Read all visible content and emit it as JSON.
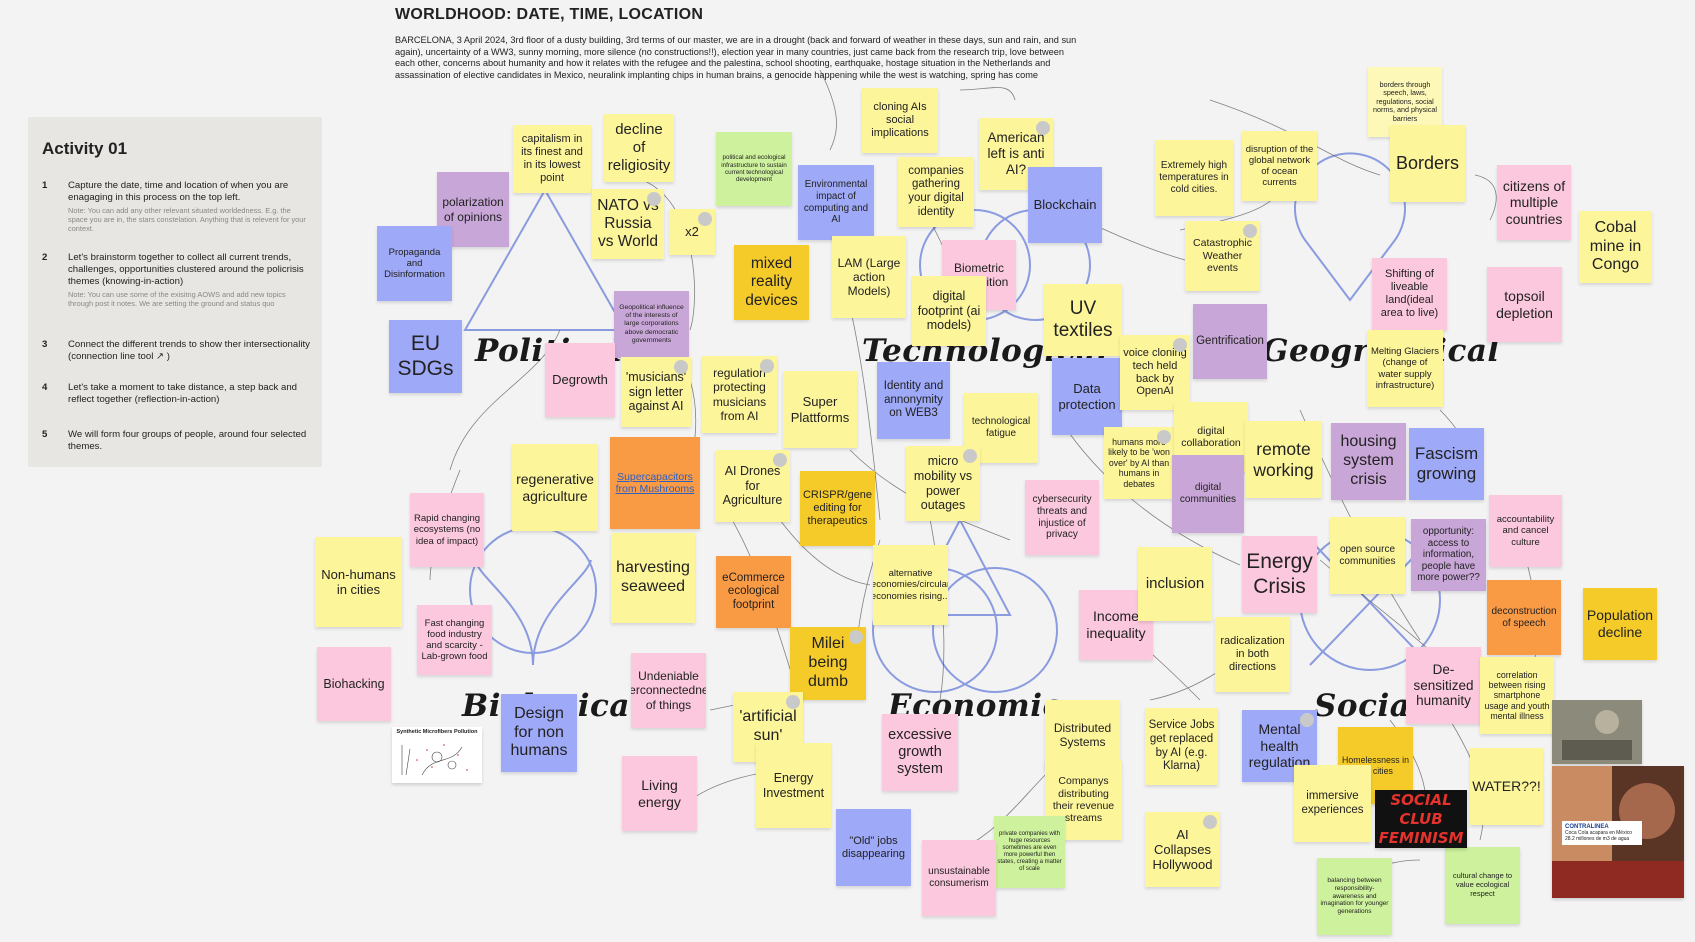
{
  "header": {
    "title": "WORLDHOOD: DATE, TIME, LOCATION",
    "context": "BARCELONA, 3 April 2024, 3rd floor of a dusty building, 3rd terms of our master, we are in a drought (back and forward of weather in these days, sun and rain, and sun again), uncertainty of a WW3, sunny morning, more silence (no constructions!!), election year in many countries, just came back from the research trip, love between each other, concerns about humanity and how it relates with the refugee and the palestina, school shooting, earthquake, hostage situation in the Netherlands and assassination of elective candidates in Mexico, neuralink implanting chips in human brains, a genocide happening while the west is watching, spring has come"
  },
  "activity": {
    "title": "Activity 01",
    "steps": [
      {
        "n": "1",
        "text": "Capture the date, time and location of when you are enagaging in this process on the top left.",
        "note": "Note: You can add any other relevant situated worldedness. E.g. the space you are in, the stars constelation. Anything that is relevent for your context."
      },
      {
        "n": "2",
        "text": "Let's brainstorm together to collect all current trends, challenges, opportunities clustered around the policrisis themes (knowing-in-action)",
        "note": "Note: You can use some of the exisitng AOWS and add new topics through post it notes. We are setting the ground and status quo"
      },
      {
        "n": "3",
        "text": "Connect the different trends to show ther intersectionality (connection line tool ↗ )",
        "note": ""
      },
      {
        "n": "4",
        "text": "Let's take a moment to take distance, a step back and reflect together (reflection-in-action)",
        "note": ""
      },
      {
        "n": "5",
        "text": "We will form four groups of people, around four selected themes.",
        "note": ""
      }
    ]
  },
  "themes": {
    "political": "Political",
    "technological": "Technological",
    "geographical": "Geographical",
    "biological": "Biological",
    "economic": "Economic",
    "social": "Social"
  },
  "notes": [
    {
      "text": "capitalism in its finest and in its lowest point",
      "color": "yellow"
    },
    {
      "text": "decline of religiosity",
      "color": "yellow"
    },
    {
      "text": "polarization of opinions",
      "color": "purple"
    },
    {
      "text": "Propaganda and Disinformation",
      "color": "blue"
    },
    {
      "text": "NATO vs Russia vs World",
      "color": "yellow"
    },
    {
      "text": "x2",
      "color": "yellow"
    },
    {
      "text": "political and ecological infrastructure to sustain current technological development",
      "color": "green"
    },
    {
      "text": "mixed reality devices",
      "color": "gold"
    },
    {
      "text": "Environmental impact of computing and AI",
      "color": "blue"
    },
    {
      "text": "cloning AIs social implications",
      "color": "yellow"
    },
    {
      "text": "companies gathering your digital identity",
      "color": "yellow"
    },
    {
      "text": "American left is anti AI?",
      "color": "yellow"
    },
    {
      "text": "Blockchain",
      "color": "blue"
    },
    {
      "text": "LAM (Large action Models)",
      "color": "yellow"
    },
    {
      "text": "Biometric recognition",
      "color": "pink"
    },
    {
      "text": "digital footprint (ai models)",
      "color": "yellow"
    },
    {
      "text": "UV textiles",
      "color": "yellow"
    },
    {
      "text": "Geopolitical influence of the interests of large corporations above democratic governments",
      "color": "purple"
    },
    {
      "text": "EU SDGs",
      "color": "blue"
    },
    {
      "text": "Degrowth",
      "color": "pink"
    },
    {
      "text": "'musicians' sign letter against AI",
      "color": "yellow"
    },
    {
      "text": "regulation protecting musicians from AI",
      "color": "yellow"
    },
    {
      "text": "Super Plattforms",
      "color": "yellow"
    },
    {
      "text": "Identity and annonymity on WEB3",
      "color": "blue"
    },
    {
      "text": "technological fatigue",
      "color": "yellow"
    },
    {
      "text": "Data protection",
      "color": "blue"
    },
    {
      "text": "voice cloning tech held back by OpenAI",
      "color": "yellow"
    },
    {
      "text": "Extremely high temperatures in cold cities.",
      "color": "yellow"
    },
    {
      "text": "disruption of the global network of ocean currents",
      "color": "yellow"
    },
    {
      "text": "Catastrophic Weather events",
      "color": "yellow"
    },
    {
      "text": "borders through speech, laws, regulations, social norms, and physical barriers",
      "color": "ltyellow"
    },
    {
      "text": "Borders",
      "color": "yellow"
    },
    {
      "text": "citizens of multiple countries",
      "color": "pink"
    },
    {
      "text": "Cobal mine in Congo",
      "color": "yellow"
    },
    {
      "text": "Shifting of liveable land(ideal area to live)",
      "color": "pink"
    },
    {
      "text": "topsoil depletion",
      "color": "pink"
    },
    {
      "text": "Gentrification",
      "color": "purple"
    },
    {
      "text": "Melting Glaciers (change of water supply infrastructure)",
      "color": "yellow"
    },
    {
      "text": "regenerative agriculture",
      "color": "yellow"
    },
    {
      "text": "Supercapacitors from Mushrooms",
      "color": "orange"
    },
    {
      "text": "AI Drones for Agriculture",
      "color": "yellow"
    },
    {
      "text": "CRISPR/gene editing for therapeutics",
      "color": "gold"
    },
    {
      "text": "micro mobility vs power outages",
      "color": "yellow"
    },
    {
      "text": "cybersecurity threats and injustice of privacy",
      "color": "pink"
    },
    {
      "text": "humans more likely to be 'won over' by AI than humans in debates",
      "color": "yellow"
    },
    {
      "text": "digital collaboration",
      "color": "yellow"
    },
    {
      "text": "remote working",
      "color": "yellow"
    },
    {
      "text": "digital communities",
      "color": "purple"
    },
    {
      "text": "housing system crisis",
      "color": "purple"
    },
    {
      "text": "Fascism growing",
      "color": "blue"
    },
    {
      "text": "accountability and cancel culture",
      "color": "pink"
    },
    {
      "text": "Rapid changing ecosystems (no idea of impact)",
      "color": "pink"
    },
    {
      "text": "Non-humans in cities",
      "color": "yellow"
    },
    {
      "text": "Fast changing food industry and scarcity - Lab-grown food",
      "color": "pink"
    },
    {
      "text": "Biohacking",
      "color": "pink"
    },
    {
      "text": "harvesting seaweed",
      "color": "yellow"
    },
    {
      "text": "eCommerce ecological footprint",
      "color": "orange"
    },
    {
      "text": "alternative economies/circular economies rising...",
      "color": "yellow"
    },
    {
      "text": "Milei being dumb",
      "color": "gold"
    },
    {
      "text": "Undeniable interconnectedness of things",
      "color": "pink"
    },
    {
      "text": "'artificial sun'",
      "color": "yellow"
    },
    {
      "text": "Income inequality",
      "color": "pink"
    },
    {
      "text": "inclusion",
      "color": "yellow"
    },
    {
      "text": "Energy Crisis",
      "color": "pink"
    },
    {
      "text": "open source communities",
      "color": "yellow"
    },
    {
      "text": "opportunity: access to information, people have more power??",
      "color": "purple"
    },
    {
      "text": "deconstruction of speech",
      "color": "orange"
    },
    {
      "text": "Population decline",
      "color": "gold"
    },
    {
      "text": "radicalization in both directions",
      "color": "yellow"
    },
    {
      "text": "De-sensitized humanity",
      "color": "pink"
    },
    {
      "text": "correlation between rising smartphone usage and youth mental illness",
      "color": "yellow"
    },
    {
      "text": "Design for non humans",
      "color": "blue"
    },
    {
      "text": "Living energy",
      "color": "pink"
    },
    {
      "text": "Energy Investment",
      "color": "yellow"
    },
    {
      "text": "excessive growth system",
      "color": "pink"
    },
    {
      "text": "Distributed Systems",
      "color": "yellow"
    },
    {
      "text": "Service Jobs get replaced by AI (e.g. Klarna)",
      "color": "yellow"
    },
    {
      "text": "Mental health regulation",
      "color": "blue"
    },
    {
      "text": "Homelessness in the cities",
      "color": "gold"
    },
    {
      "text": "WATER??!",
      "color": "yellow"
    },
    {
      "text": "Companys distributing their revenue streams",
      "color": "yellow"
    },
    {
      "text": "immersive experiences",
      "color": "yellow"
    },
    {
      "text": "\"Old\" jobs disappearing",
      "color": "blue"
    },
    {
      "text": "private companies with huge resources sometimes are even more powerful then states, creating a matter of scale",
      "color": "green"
    },
    {
      "text": "unsustainable consumerism",
      "color": "pink"
    },
    {
      "text": "AI Collapses Hollywood",
      "color": "yellow"
    },
    {
      "text": "cultural change to value ecological respect",
      "color": "green"
    },
    {
      "text": "balancing between responsibility-awareness and imagination for younger generations",
      "color": "green"
    }
  ],
  "images": {
    "microfibers_caption": "Synthetic Microfibers Pollution",
    "social_club": "SOCIAL CLUB FEMINISM",
    "news_brand": "CONTRALINEA",
    "news_headline": "Coca Cola acapara en México 28.2 millones de m3 de agua"
  },
  "colors": {
    "yellow": "#fdf59a",
    "ltyellow": "#fdf8b8",
    "pink": "#fcc8dd",
    "purple": "#c9a6d8",
    "blue": "#9ea9f7",
    "orange": "#f99a44",
    "gold": "#f5cb2a",
    "green": "#cdf19c",
    "symbol_stroke": "#8a9be0"
  }
}
